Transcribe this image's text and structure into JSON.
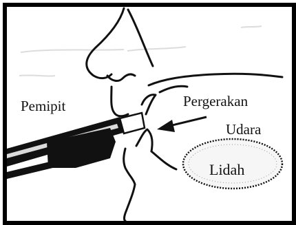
{
  "labels": {
    "pemipit": "Pemipit",
    "pergerakan": "Pergerakan",
    "udara": "Udara",
    "lidah": "Lidah"
  },
  "colors": {
    "ink": "#111111",
    "frame": "#000000",
    "background": "#ffffff",
    "faint_text": "#d8d8d8"
  }
}
